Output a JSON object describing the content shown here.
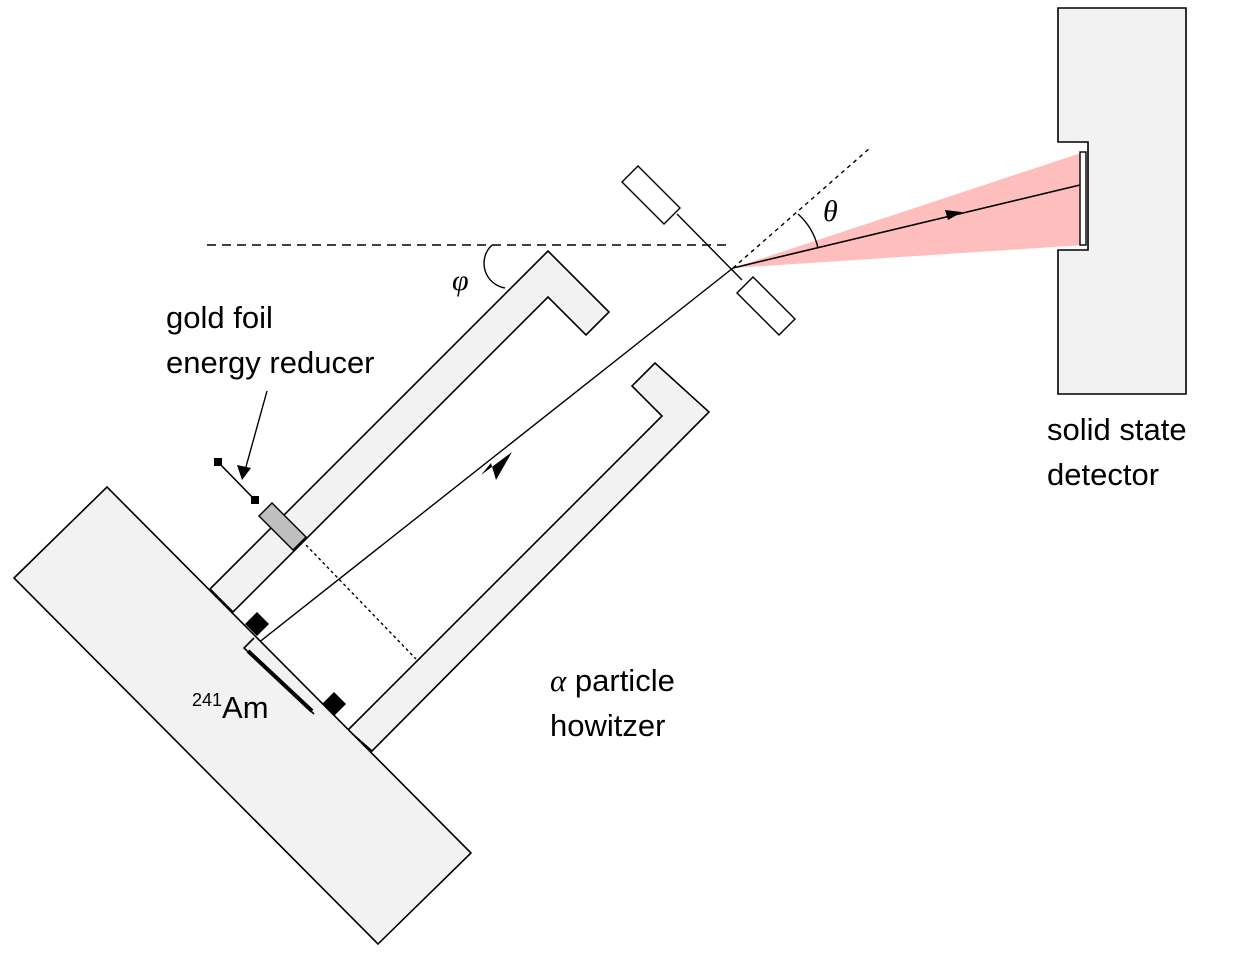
{
  "labels": {
    "gold_foil_line1": "gold foil",
    "gold_foil_line2": "energy reducer",
    "alpha_symbol": "α",
    "alpha_line1_rest": " particle",
    "alpha_line2": "howitzer",
    "detector_line1": "solid state",
    "detector_line2": "detector",
    "isotope_mass": "241",
    "isotope_symbol": "Am",
    "angle_phi": "φ",
    "angle_theta": "θ"
  },
  "colors": {
    "block_fill": "#f2f2f2",
    "foil_fill": "#bfbfbf",
    "beam_cone": "#ffb3b3",
    "stroke": "#000000"
  }
}
